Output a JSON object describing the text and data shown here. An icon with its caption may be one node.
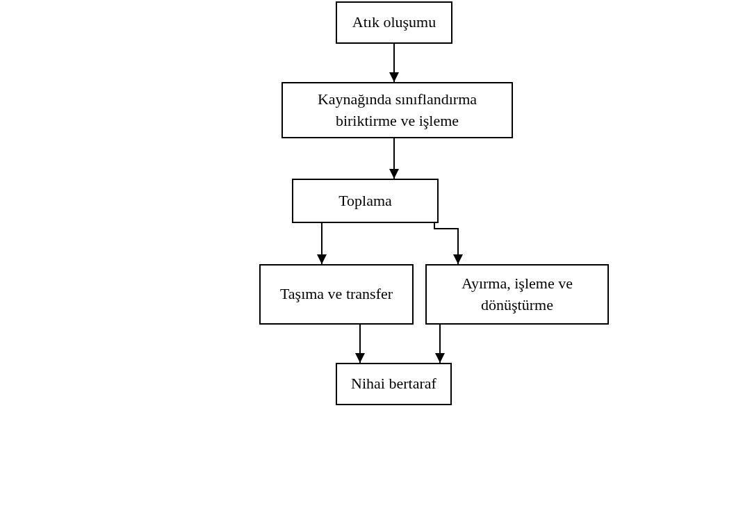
{
  "diagram": {
    "nodes": [
      {
        "text": [
          "Atık oluşumu"
        ]
      },
      {
        "text": [
          "Kaynağında sınıflandırma biriktirme ve işleme"
        ]
      },
      {
        "text": [
          "Toplama"
        ]
      },
      {
        "text": [
          "Taşıma ve transfer"
        ]
      },
      {
        "text": [
          "Ayırma, işleme ve dönüştürme"
        ]
      },
      {
        "text": [
          "Nihai bertaraf"
        ]
      }
    ],
    "edges": [
      {
        "from": 0,
        "to": 1,
        "arrow": "to"
      },
      {
        "from": 1,
        "to": 2,
        "arrow": "to"
      },
      {
        "from": 2,
        "to": 3,
        "arrow": "to"
      },
      {
        "from": 2,
        "to": 4,
        "arrow": "to"
      },
      {
        "from": 3,
        "to": 5,
        "arrow": "to"
      },
      {
        "from": 4,
        "to": 5,
        "arrow": "to"
      }
    ]
  }
}
